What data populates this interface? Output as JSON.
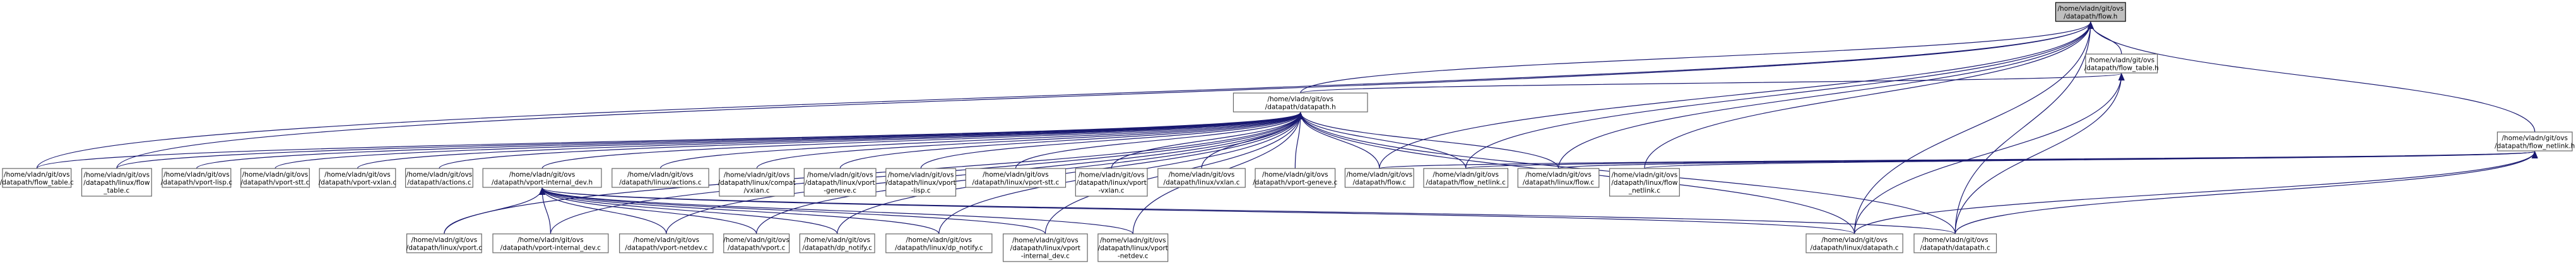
{
  "colors": {
    "edge": "#191970",
    "root_fill": "#bfbfbf",
    "node_border": "#666666"
  },
  "nodes": [
    {
      "id": "flow_h",
      "lines": [
        "/home/vladn/git/ovs",
        "/datapath/flow.h"
      ],
      "root": true
    },
    {
      "id": "flow_table_h",
      "lines": [
        "/home/vladn/git/ovs",
        "/datapath/flow_table.h"
      ]
    },
    {
      "id": "datapath_h",
      "lines": [
        "/home/vladn/git/ovs",
        "/datapath/datapath.h"
      ]
    },
    {
      "id": "flow_netlink_h",
      "lines": [
        "/home/vladn/git/ovs",
        "/datapath/flow_netlink.h"
      ]
    },
    {
      "id": "flow_table_c",
      "lines": [
        "/home/vladn/git/ovs",
        "/datapath/flow_table.c"
      ]
    },
    {
      "id": "linux_flow_table_c",
      "lines": [
        "/home/vladn/git/ovs",
        "/datapath/linux/flow",
        "_table.c"
      ]
    },
    {
      "id": "vport_lisp_c",
      "lines": [
        "/home/vladn/git/ovs",
        "/datapath/vport-lisp.c"
      ]
    },
    {
      "id": "vport_stt_c",
      "lines": [
        "/home/vladn/git/ovs",
        "/datapath/vport-stt.c"
      ]
    },
    {
      "id": "vport_vxlan_c",
      "lines": [
        "/home/vladn/git/ovs",
        "/datapath/vport-vxlan.c"
      ]
    },
    {
      "id": "actions_c",
      "lines": [
        "/home/vladn/git/ovs",
        "/datapath/actions.c"
      ]
    },
    {
      "id": "vport_internal_dev_h",
      "lines": [
        "/home/vladn/git/ovs",
        "/datapath/vport-internal_dev.h"
      ]
    },
    {
      "id": "linux_actions_c",
      "lines": [
        "/home/vladn/git/ovs",
        "/datapath/linux/actions.c"
      ]
    },
    {
      "id": "linux_compat_vxlan_c",
      "lines": [
        "/home/vladn/git/ovs",
        "/datapath/linux/compat",
        "/vxlan.c"
      ]
    },
    {
      "id": "linux_vport_geneve_c",
      "lines": [
        "/home/vladn/git/ovs",
        "/datapath/linux/vport",
        "-geneve.c"
      ]
    },
    {
      "id": "linux_vport_lisp_c",
      "lines": [
        "/home/vladn/git/ovs",
        "/datapath/linux/vport",
        "-lisp.c"
      ]
    },
    {
      "id": "linux_vport_stt_c",
      "lines": [
        "/home/vladn/git/ovs",
        "/datapath/linux/vport-stt.c"
      ]
    },
    {
      "id": "linux_vport_vxlan_c",
      "lines": [
        "/home/vladn/git/ovs",
        "/datapath/linux/vport",
        "-vxlan.c"
      ]
    },
    {
      "id": "linux_vxlan_c",
      "lines": [
        "/home/vladn/git/ovs",
        "/datapath/linux/vxlan.c"
      ]
    },
    {
      "id": "vport_geneve_c",
      "lines": [
        "/home/vladn/git/ovs",
        "/datapath/vport-geneve.c"
      ]
    },
    {
      "id": "flow_c",
      "lines": [
        "/home/vladn/git/ovs",
        "/datapath/flow.c"
      ]
    },
    {
      "id": "flow_netlink_c",
      "lines": [
        "/home/vladn/git/ovs",
        "/datapath/flow_netlink.c"
      ]
    },
    {
      "id": "linux_flow_c",
      "lines": [
        "/home/vladn/git/ovs",
        "/datapath/linux/flow.c"
      ]
    },
    {
      "id": "linux_flow_netlink_c",
      "lines": [
        "/home/vladn/git/ovs",
        "/datapath/linux/flow",
        "_netlink.c"
      ]
    },
    {
      "id": "linux_vport_c",
      "lines": [
        "/home/vladn/git/ovs",
        "/datapath/linux/vport.c"
      ]
    },
    {
      "id": "vport_internal_dev_c",
      "lines": [
        "/home/vladn/git/ovs",
        "/datapath/vport-internal_dev.c"
      ]
    },
    {
      "id": "vport_netdev_c",
      "lines": [
        "/home/vladn/git/ovs",
        "/datapath/vport-netdev.c"
      ]
    },
    {
      "id": "vport_c",
      "lines": [
        "/home/vladn/git/ovs",
        "/datapath/vport.c"
      ]
    },
    {
      "id": "dp_notify_c",
      "lines": [
        "/home/vladn/git/ovs",
        "/datapath/dp_notify.c"
      ]
    },
    {
      "id": "linux_dp_notify_c",
      "lines": [
        "/home/vladn/git/ovs",
        "/datapath/linux/dp_notify.c"
      ]
    },
    {
      "id": "linux_vport_internal_dev_c",
      "lines": [
        "/home/vladn/git/ovs",
        "/datapath/linux/vport",
        "-internal_dev.c"
      ]
    },
    {
      "id": "linux_vport_netdev_c",
      "lines": [
        "/home/vladn/git/ovs",
        "/datapath/linux/vport",
        "-netdev.c"
      ]
    },
    {
      "id": "linux_datapath_c",
      "lines": [
        "/home/vladn/git/ovs",
        "/datapath/linux/datapath.c"
      ]
    },
    {
      "id": "datapath_c",
      "lines": [
        "/home/vladn/git/ovs",
        "/datapath/datapath.c"
      ]
    }
  ],
  "edges": [
    [
      "flow_table_h",
      "flow_h"
    ],
    [
      "datapath_h",
      "flow_h"
    ],
    [
      "flow_netlink_h",
      "flow_h"
    ],
    [
      "flow_table_c",
      "flow_h"
    ],
    [
      "linux_flow_table_c",
      "flow_h"
    ],
    [
      "flow_c",
      "flow_h"
    ],
    [
      "flow_netlink_c",
      "flow_h"
    ],
    [
      "linux_flow_c",
      "flow_h"
    ],
    [
      "linux_flow_netlink_c",
      "flow_h"
    ],
    [
      "linux_datapath_c",
      "flow_h"
    ],
    [
      "datapath_c",
      "flow_h"
    ],
    [
      "datapath_h",
      "flow_table_h"
    ],
    [
      "linux_datapath_c",
      "flow_table_h"
    ],
    [
      "datapath_c",
      "flow_table_h"
    ],
    [
      "flow_c",
      "flow_netlink_h"
    ],
    [
      "flow_netlink_c",
      "flow_netlink_h"
    ],
    [
      "linux_flow_c",
      "flow_netlink_h"
    ],
    [
      "linux_flow_netlink_c",
      "flow_netlink_h"
    ],
    [
      "linux_datapath_c",
      "flow_netlink_h"
    ],
    [
      "datapath_c",
      "flow_netlink_h"
    ],
    [
      "flow_table_c",
      "datapath_h"
    ],
    [
      "linux_flow_table_c",
      "datapath_h"
    ],
    [
      "vport_lisp_c",
      "datapath_h"
    ],
    [
      "vport_stt_c",
      "datapath_h"
    ],
    [
      "vport_vxlan_c",
      "datapath_h"
    ],
    [
      "actions_c",
      "datapath_h"
    ],
    [
      "vport_internal_dev_h",
      "datapath_h"
    ],
    [
      "linux_actions_c",
      "datapath_h"
    ],
    [
      "linux_compat_vxlan_c",
      "datapath_h"
    ],
    [
      "linux_vport_geneve_c",
      "datapath_h"
    ],
    [
      "linux_vport_lisp_c",
      "datapath_h"
    ],
    [
      "linux_vport_stt_c",
      "datapath_h"
    ],
    [
      "linux_vport_vxlan_c",
      "datapath_h"
    ],
    [
      "linux_vxlan_c",
      "datapath_h"
    ],
    [
      "vport_geneve_c",
      "datapath_h"
    ],
    [
      "flow_c",
      "datapath_h"
    ],
    [
      "flow_netlink_c",
      "datapath_h"
    ],
    [
      "linux_flow_c",
      "datapath_h"
    ],
    [
      "linux_vport_c",
      "datapath_h"
    ],
    [
      "vport_internal_dev_c",
      "datapath_h"
    ],
    [
      "vport_netdev_c",
      "datapath_h"
    ],
    [
      "vport_c",
      "datapath_h"
    ],
    [
      "dp_notify_c",
      "datapath_h"
    ],
    [
      "linux_dp_notify_c",
      "datapath_h"
    ],
    [
      "linux_vport_internal_dev_c",
      "datapath_h"
    ],
    [
      "linux_vport_netdev_c",
      "datapath_h"
    ],
    [
      "linux_datapath_c",
      "datapath_h"
    ],
    [
      "datapath_c",
      "datapath_h"
    ],
    [
      "linux_vport_c",
      "vport_internal_dev_h"
    ],
    [
      "vport_internal_dev_c",
      "vport_internal_dev_h"
    ],
    [
      "vport_netdev_c",
      "vport_internal_dev_h"
    ],
    [
      "vport_c",
      "vport_internal_dev_h"
    ],
    [
      "dp_notify_c",
      "vport_internal_dev_h"
    ],
    [
      "linux_dp_notify_c",
      "vport_internal_dev_h"
    ],
    [
      "linux_vport_internal_dev_c",
      "vport_internal_dev_h"
    ],
    [
      "linux_vport_netdev_c",
      "vport_internal_dev_h"
    ],
    [
      "linux_datapath_c",
      "vport_internal_dev_h"
    ],
    [
      "datapath_c",
      "vport_internal_dev_h"
    ]
  ]
}
